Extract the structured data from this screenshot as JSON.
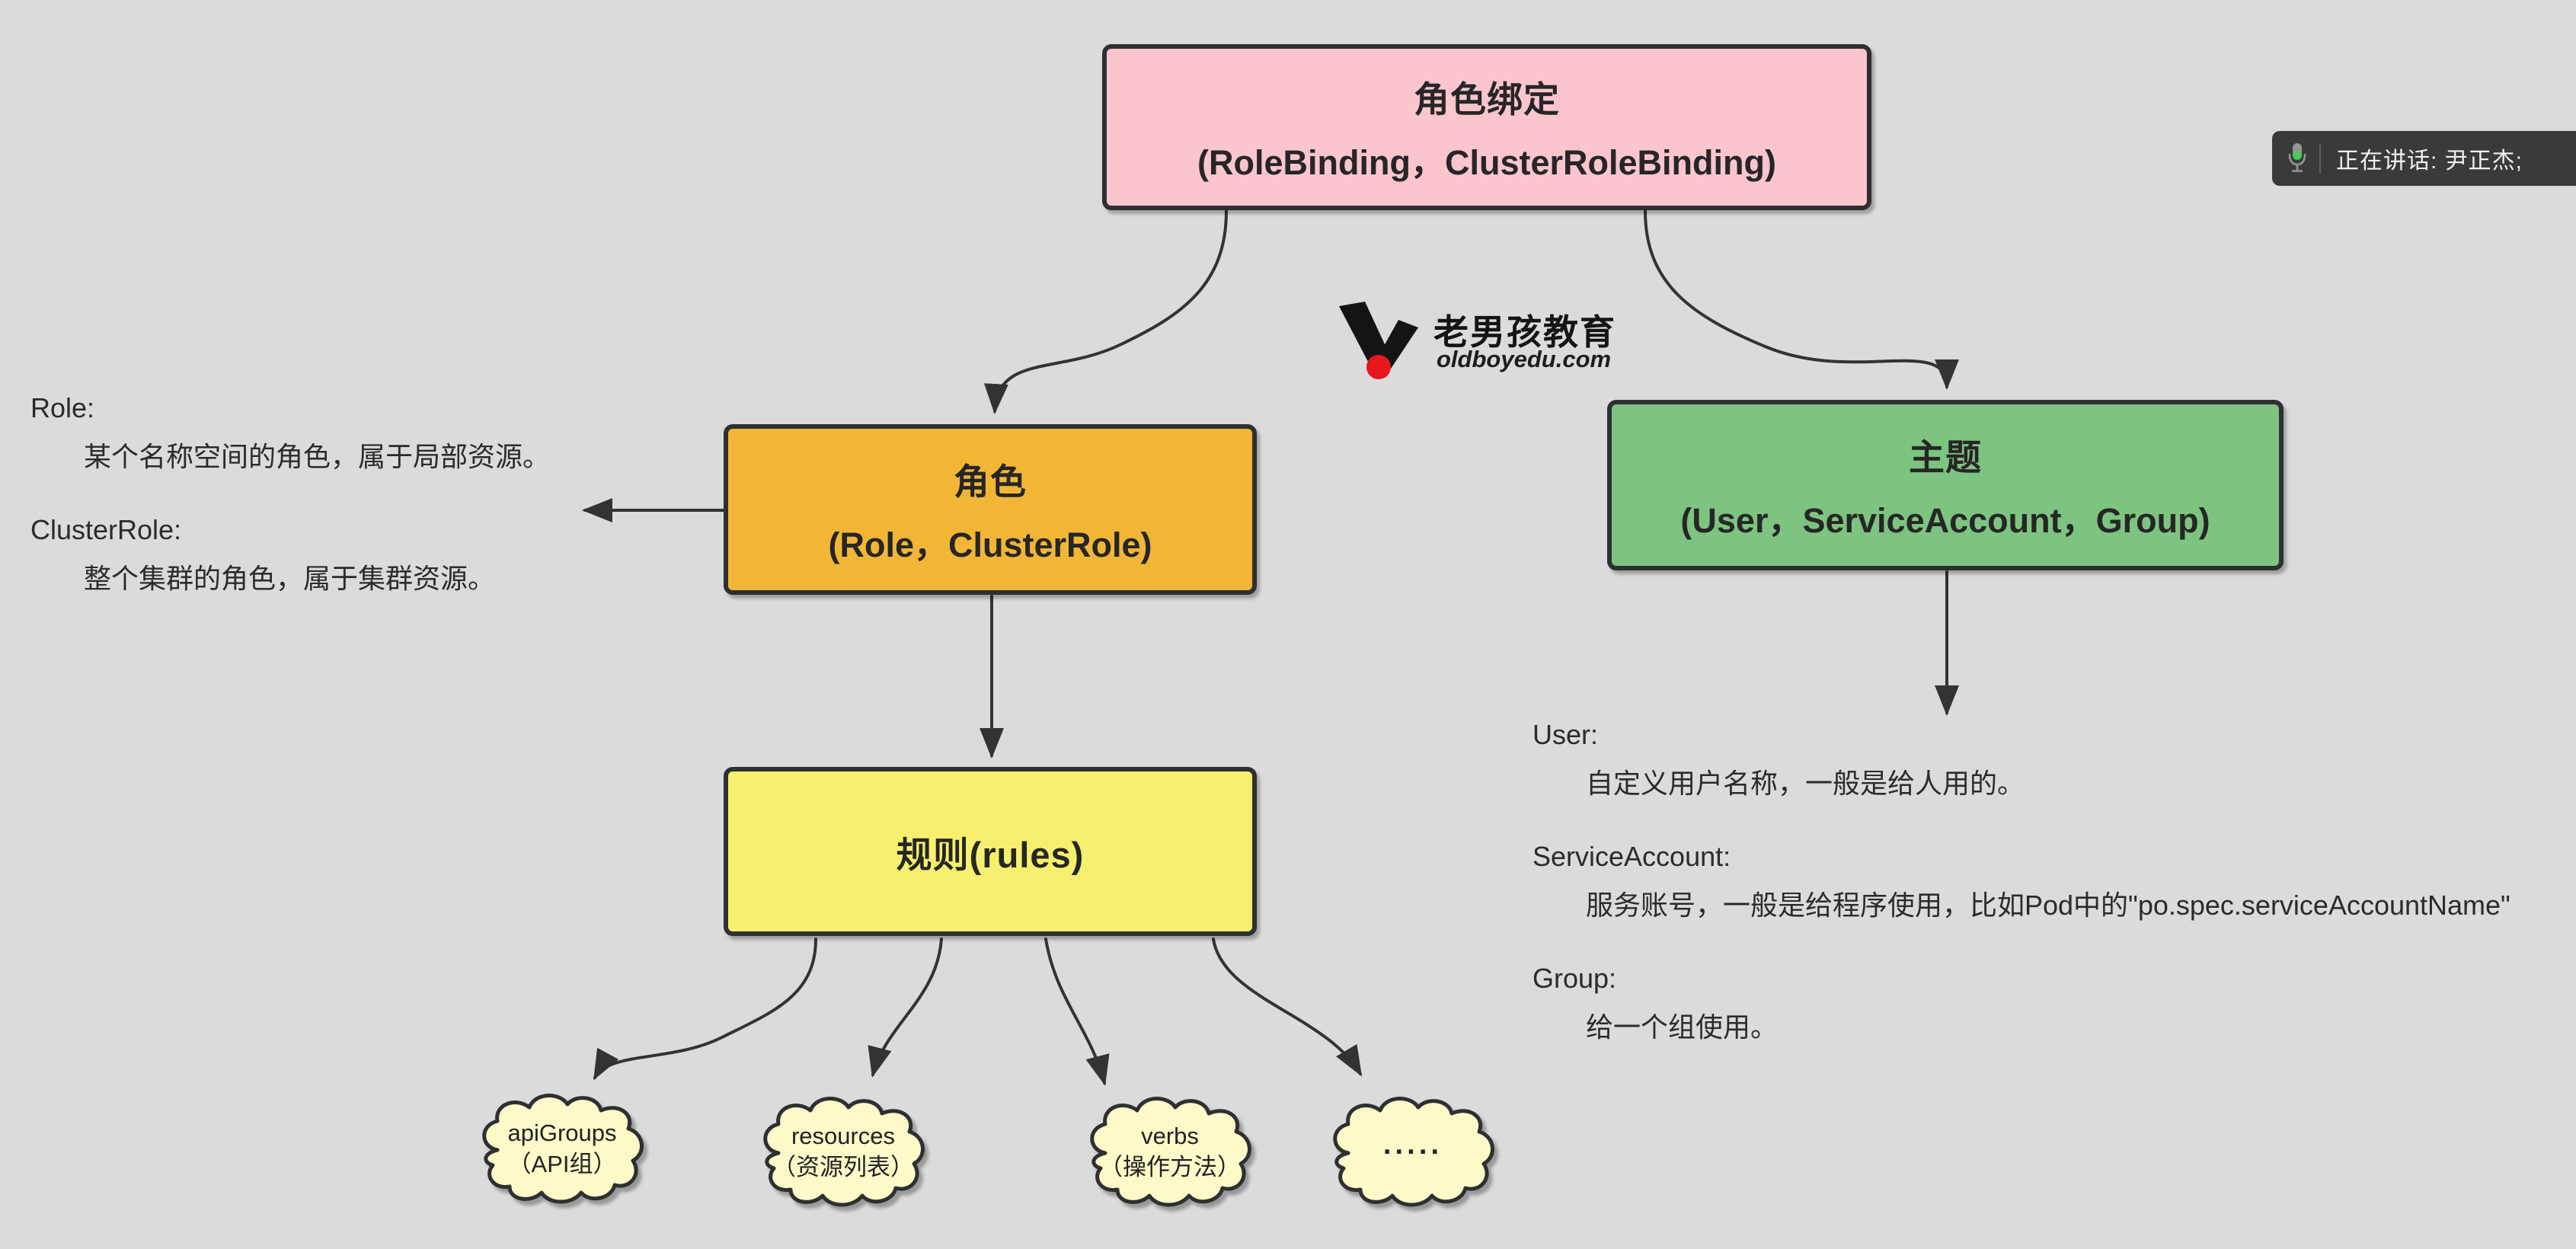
{
  "colors": {
    "canvas_bg": "#dbdbdb",
    "line": "#333333",
    "cloud_fill": "#fdf9c9",
    "overlay_bg": "#3a3a3a",
    "mic_level_green": "#3fcf52",
    "logo_red": "#e8161d"
  },
  "overlay": {
    "speaking_label": "正在讲话: 尹正杰;"
  },
  "logo": {
    "brand": "老男孩教育",
    "domain": "oldboyedu.com"
  },
  "nodes": {
    "role_binding": {
      "title": "角色绑定",
      "subtitle": "(RoleBinding，ClusterRoleBinding)",
      "fill": "#fac5cc"
    },
    "role": {
      "title": "角色",
      "subtitle": "(Role，ClusterRole)",
      "fill": "#f2b637"
    },
    "subject": {
      "title": "主题",
      "subtitle": "(User，ServiceAccount，Group)",
      "fill": "#7dc480"
    },
    "rules": {
      "title": "规则(rules)",
      "fill": "#f7f06e"
    }
  },
  "clouds": [
    {
      "line1": "apiGroups",
      "line2": "（API组）"
    },
    {
      "line1": "resources",
      "line2": "（资源列表）"
    },
    {
      "line1": "verbs",
      "line2": "（操作方法）"
    },
    {
      "line1": "·····",
      "line2": ""
    }
  ],
  "left_notes": [
    {
      "term": "Role:",
      "desc": "某个名称空间的角色，属于局部资源。"
    },
    {
      "term": "ClusterRole:",
      "desc": "整个集群的角色，属于集群资源。"
    }
  ],
  "right_notes": [
    {
      "term": "User:",
      "desc": "自定义用户名称，一般是给人用的。"
    },
    {
      "term": "ServiceAccount:",
      "desc": "服务账号，一般是给程序使用，比如Pod中的\"po.spec.serviceAccountName\""
    },
    {
      "term": "Group:",
      "desc": "给一个组使用。"
    }
  ]
}
